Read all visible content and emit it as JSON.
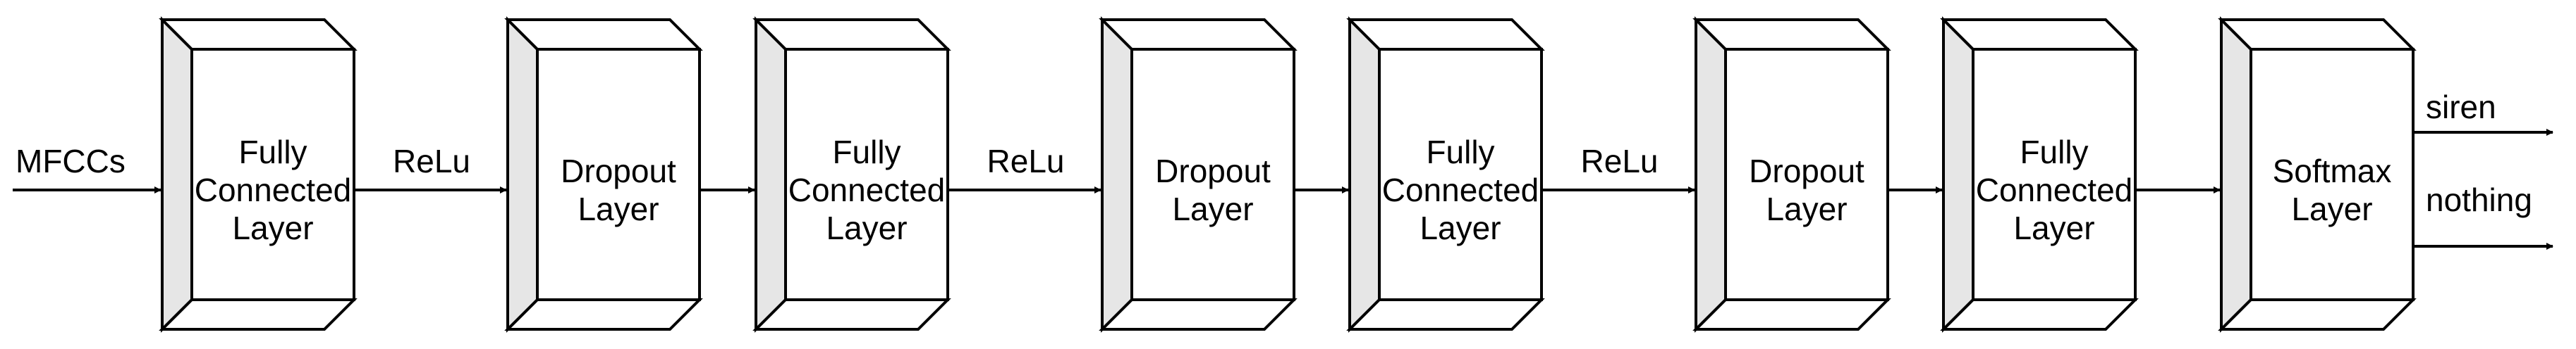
{
  "input_label": "MFCCs",
  "layers": [
    {
      "lines": [
        "Fully",
        "Connected",
        "Layer"
      ]
    },
    {
      "lines": [
        "Dropout",
        "Layer"
      ]
    },
    {
      "lines": [
        "Fully",
        "Connected",
        "Layer"
      ]
    },
    {
      "lines": [
        "Dropout",
        "Layer"
      ]
    },
    {
      "lines": [
        "Fully",
        "Connected",
        "Layer"
      ]
    },
    {
      "lines": [
        "Dropout",
        "Layer"
      ]
    },
    {
      "lines": [
        "Fully",
        "Connected",
        "Layer"
      ]
    },
    {
      "lines": [
        "Softmax",
        "Layer"
      ]
    }
  ],
  "connector_labels": [
    "ReLu",
    "",
    "ReLu",
    "",
    "ReLu",
    "",
    ""
  ],
  "outputs": [
    "siren",
    "nothing"
  ],
  "colors": {
    "front_face": "#ffffff",
    "side_face": "#e6e6e6",
    "stroke": "#000000"
  }
}
